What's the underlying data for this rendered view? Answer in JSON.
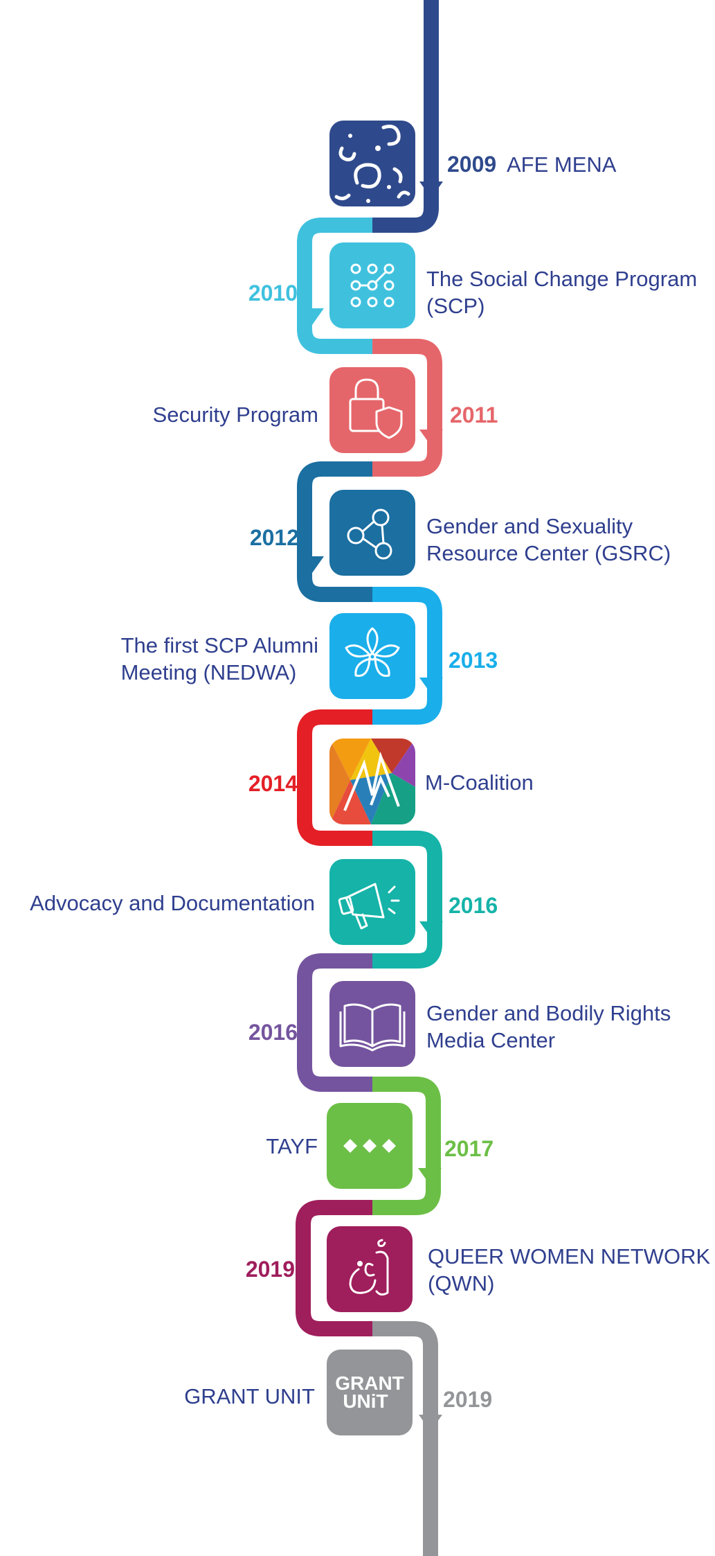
{
  "milestones": [
    {
      "year": "2009",
      "label_lines": [
        "AFE MENA"
      ],
      "color": "#2f4a8c",
      "icon": "arabic-letters-icon"
    },
    {
      "year": "2010",
      "label_lines": [
        "The Social Change Program",
        "(SCP)"
      ],
      "color": "#3fc1de",
      "icon": "nodes-grid-icon"
    },
    {
      "year": "2011",
      "label_lines": [
        "Security Program"
      ],
      "color": "#e5666a",
      "icon": "lock-shield-icon"
    },
    {
      "year": "2012",
      "label_lines": [
        "Gender and Sexuality",
        "Resource Center (GSRC)"
      ],
      "color": "#1b6fa1",
      "icon": "network-triangle-icon"
    },
    {
      "year": "2013",
      "label_lines": [
        "The first SCP Alumni",
        "Meeting (NEDWA)"
      ],
      "color": "#1aaeea",
      "icon": "flower-icon"
    },
    {
      "year": "2014",
      "label_lines": [
        "M-Coalition"
      ],
      "color": "#e41f26",
      "icon": "m-coalition-logo-icon"
    },
    {
      "year": "2016",
      "label_lines": [
        "Advocacy and Documentation"
      ],
      "color": "#15b3a8",
      "icon": "megaphone-icon"
    },
    {
      "year": "2016",
      "label_lines": [
        "Gender and Bodily Rights",
        "Media Center"
      ],
      "color": "#74549e",
      "icon": "open-book-icon"
    },
    {
      "year": "2017",
      "label_lines": [
        "TAYF"
      ],
      "color": "#6cbf46",
      "icon": "three-diamonds-icon"
    },
    {
      "year": "2019",
      "label_lines": [
        "QUEER WOMEN NETWORK",
        "(QWN)"
      ],
      "color": "#9f1e5c",
      "icon": "arabic-calligraphy-icon"
    },
    {
      "year": "2019",
      "label_lines": [
        "GRANT UNIT"
      ],
      "color": "#939598",
      "icon": "grant-unit-logo-icon",
      "icon_text": [
        "GRANT",
        "UNiT"
      ]
    }
  ]
}
